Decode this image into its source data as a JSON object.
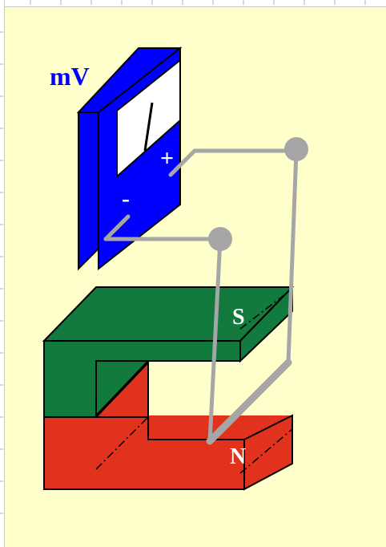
{
  "diagram": {
    "meter_label": "mV",
    "plus_label": "+",
    "minus_label": "-",
    "magnet_top_label": "S",
    "magnet_bottom_label": "N"
  },
  "colors": {
    "background": "#ffffcc",
    "meter_body": "#0000ff",
    "meter_face": "#ffffff",
    "meter_label": "#0000ff",
    "magnet_green": "#117a3c",
    "magnet_red": "#e0321c",
    "wire": "#a6a6a6",
    "outline": "#000000",
    "ruler": "#c8c8c8"
  }
}
